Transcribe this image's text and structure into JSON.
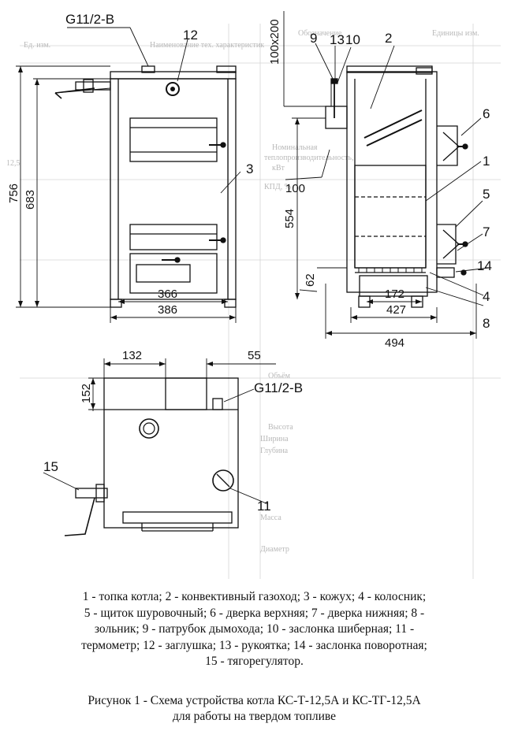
{
  "labels": {
    "g_top": "G11/2-B",
    "g_plan": "G11/2-B",
    "n1": "1",
    "n2": "2",
    "n3": "3",
    "n4": "4",
    "n5": "5",
    "n6": "6",
    "n7": "7",
    "n8": "8",
    "n9": "9",
    "n10": "10",
    "n11": "11",
    "n12": "12",
    "n13": "13",
    "n14": "14",
    "n15": "15"
  },
  "dimensions": {
    "d100x200": "100x200",
    "d756": "756",
    "d683": "683",
    "d366": "366",
    "d386": "386",
    "d554": "554",
    "d100": "100",
    "d62": "62",
    "d172": "172",
    "d427": "427",
    "d494": "494",
    "d132": "132",
    "d55": "55",
    "d152": "152"
  },
  "background_table_fragments": [
    "Единицы изм.",
    "Обозначение",
    "Ед. изм.",
    "Наименование тех. характеристик",
    "Номинальная",
    "теплопроизводительность,",
    "кВт",
    "12,5",
    "КПД, %",
    "Объём",
    "Высота",
    "Ширина",
    "Глубина",
    "Масса",
    "Диаметр"
  ],
  "legend_lines": [
    "1 - топка котла; 2 - конвективный газоход; 3 - кожух; 4 - колосник;",
    "5 - щиток шуровочный; 6 - дверка верхняя; 7 - дверка нижняя; 8 -",
    "зольник; 9 - патрубок  дымохода; 10 - заслонка шиберная; 11 -",
    "термометр; 12 - заглушка; 13 - рукоятка; 14 - заслонка поворотная;",
    "15 - тягорегулятор."
  ],
  "caption_lines": [
    "Рисунок 1 - Схема устройства котла КС-Т-12,5А и КС-ТГ-12,5А",
    "для работы на твердом топливе"
  ]
}
